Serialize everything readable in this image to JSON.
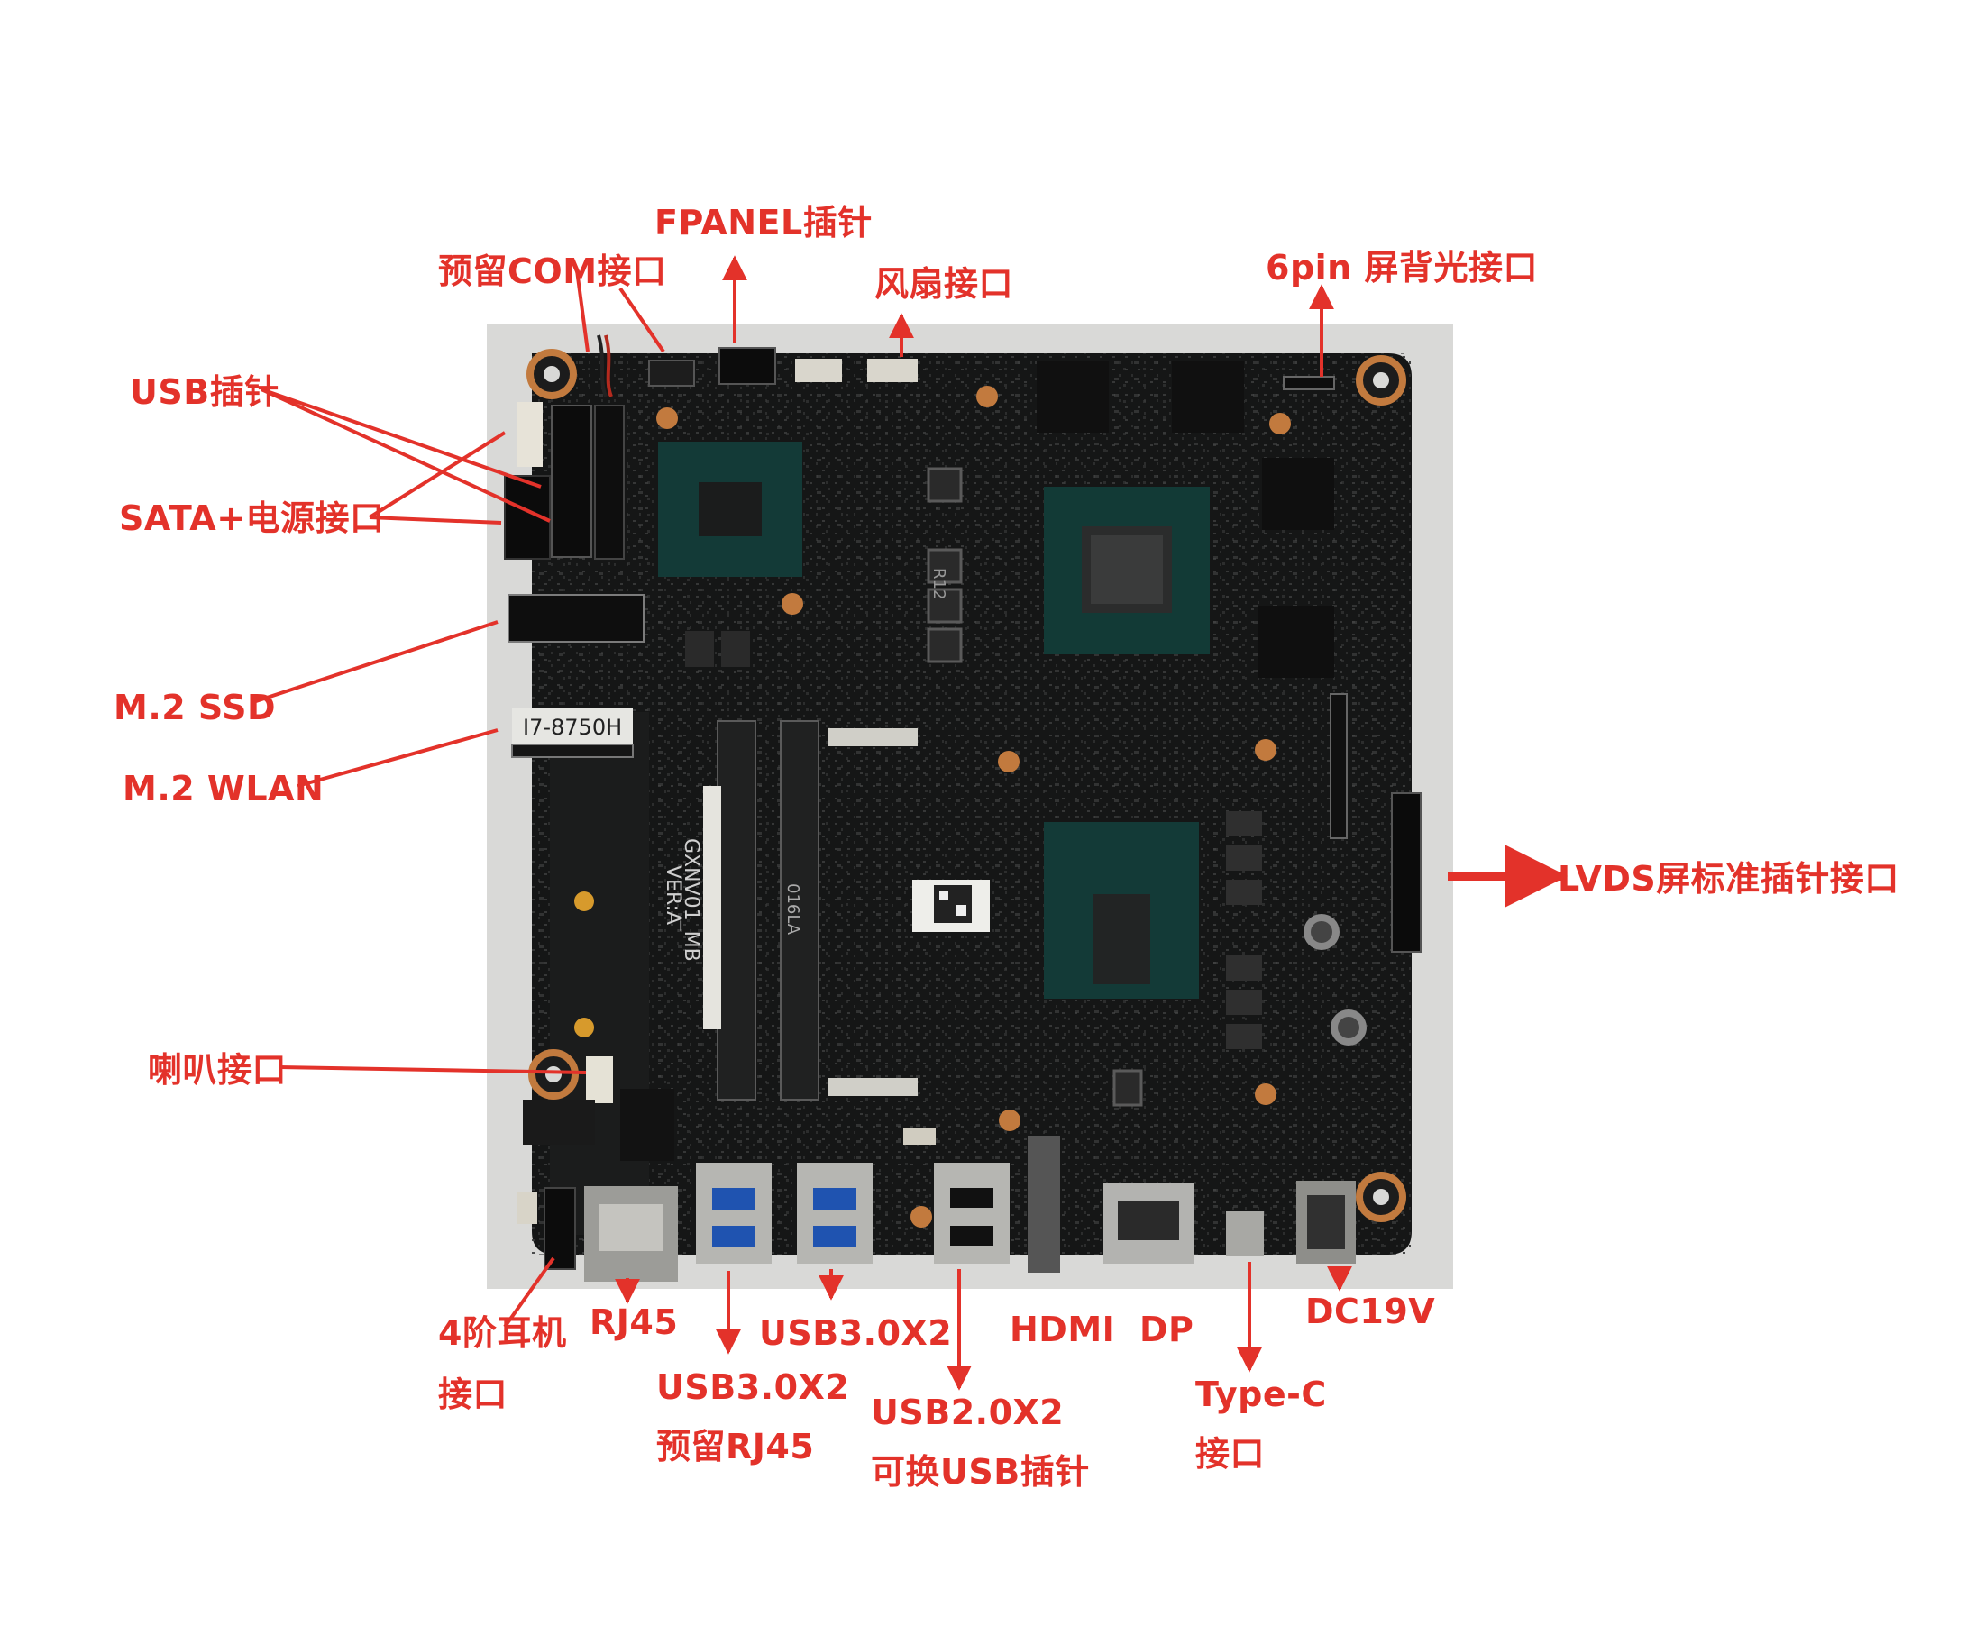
{
  "colors": {
    "annotation": "#e3322a",
    "board": "#151616",
    "background_photo": "#d9d9d7",
    "page": "#ffffff"
  },
  "labels": {
    "fpanel": "FPANEL插针",
    "com": "预留COM接口",
    "fan": "风扇接口",
    "backlight": "6pin 屏背光接口",
    "usb_header": "USB插针",
    "sata": "SATA+电源接口",
    "m2_ssd": "M.2 SSD",
    "m2_wlan": "M.2 WLAN",
    "lvds": "LVDS屏标准插针接口",
    "speaker": "喇叭接口",
    "headphone": [
      "4阶耳机",
      "接口"
    ],
    "rj45": "RJ45",
    "usb30_a": "USB3.0X2",
    "usb30_b": [
      "USB3.0X2",
      "预留RJ45"
    ],
    "usb20": [
      "USB2.0X2",
      "可换USB插针"
    ],
    "hdmi": "HDMI",
    "dp": "DP",
    "typec": [
      "Type-C",
      "接口"
    ],
    "dc": "DC19V"
  },
  "board_markings": {
    "cpu_tag": "I7-8750H",
    "model": "GXNV01_MB",
    "version": "VER:A",
    "inductor": "R12",
    "ram_slot": "016LA"
  }
}
